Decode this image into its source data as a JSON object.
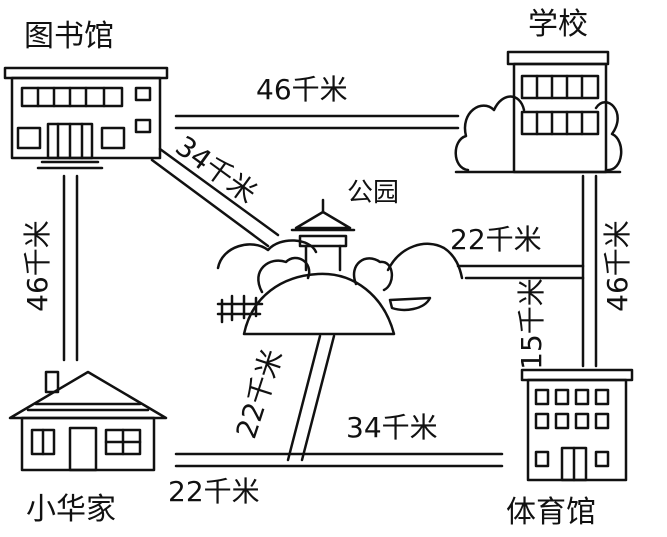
{
  "places": {
    "library": "图书馆",
    "school": "学校",
    "park": "公园",
    "home": "小华家",
    "gym": "体育馆"
  },
  "roads": {
    "library_school": "46千米",
    "library_park": "34千米",
    "library_home": "46千米",
    "school_gym": "46千米",
    "park_junction": "22千米",
    "junction_gym": "15千米",
    "park_home_road": "22千米",
    "home_junction": "22千米",
    "junction_gym_bottom": "34千米"
  },
  "colors": {
    "ink": "#111111",
    "background": "#ffffff"
  }
}
